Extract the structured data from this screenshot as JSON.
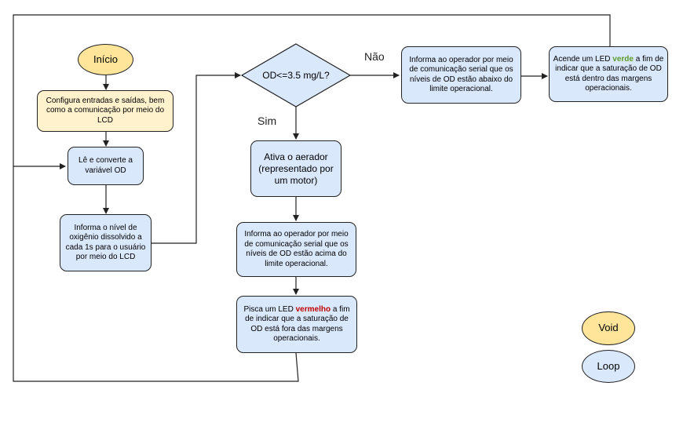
{
  "diagram": {
    "nodes": {
      "inicio": "Início",
      "configura": "Configura entradas e saídas, bem como a comunicação por meio do LCD",
      "le_converte": "Lê e converte a variável OD",
      "informa_lcd": "Informa o nível de oxigênio dissolvido a cada 1s para o usuário por meio do LCD",
      "decision": "OD<=3.5 mg/L?",
      "ativa_aerador": "Ativa o aerador (representado por um motor)",
      "informa_acima": "Informa ao operador por meio de comunicação serial que os níveis de OD estão acima do limite operacional.",
      "informa_abaixo": "Informa ao operador por meio de comunicação serial que os níveis de OD estão abaixo do limite operacional.",
      "pisca_pre": "Pisca um LED ",
      "pisca_color": "vermelho",
      "pisca_post": " a fim de indicar que a saturação de OD está fora das margens operacionais.",
      "acende_pre": "Acende um LED ",
      "acende_color": "verde",
      "acende_post": " a fim de indicar que a saturação de OD está dentro das margens operacionais."
    },
    "edge_labels": {
      "nao": "Não",
      "sim": "Sim"
    },
    "legend": {
      "void": "Void",
      "loop": "Loop"
    },
    "colors": {
      "blue_fill": "#dae8fc",
      "yellow_fill": "#fff2cc",
      "terminal_yellow": "#ffe599",
      "green_text": "#5b9b2b",
      "red_text": "#c00000"
    }
  }
}
